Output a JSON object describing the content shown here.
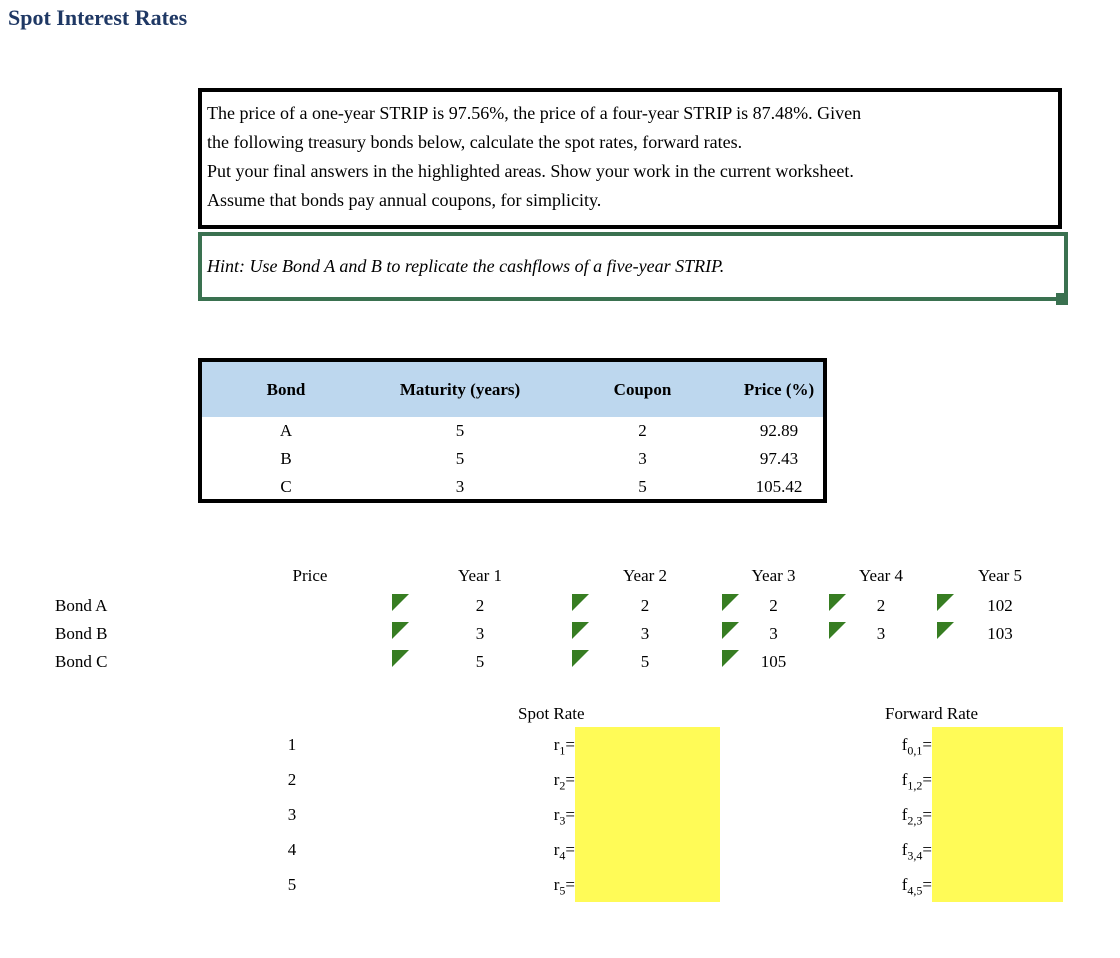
{
  "title": "Spot Interest Rates",
  "instruction_box": {
    "lines": [
      "The price of a one-year STRIP is 97.56%, the price of a four-year STRIP  is 87.48%. Given",
      "the following treasury bonds below, calculate the spot rates, forward rates.",
      "Put your final answers in the highlighted areas. Show your work in the current worksheet.",
      "Assume that bonds pay annual coupons, for simplicity."
    ]
  },
  "hint_box": {
    "text": "Hint: Use Bond A and B to replicate the cashflows of a five-year STRIP."
  },
  "bond_table": {
    "headers": [
      "Bond",
      "Maturity (years)",
      "Coupon",
      "Price (%)"
    ],
    "rows": [
      {
        "bond": "A",
        "maturity": "5",
        "coupon": "2",
        "price": "92.89"
      },
      {
        "bond": "B",
        "maturity": "5",
        "coupon": "3",
        "price": "97.43"
      },
      {
        "bond": "C",
        "maturity": "3",
        "coupon": "5",
        "price": "105.42"
      }
    ]
  },
  "cashflow_grid": {
    "price_header": "Price",
    "year_headers": [
      "Year 1",
      "Year 2",
      "Year 3",
      "Year 4",
      "Year 5"
    ],
    "rows": [
      {
        "label": "Bond A",
        "y1": "2",
        "y2": "2",
        "y3": "2",
        "y4": "2",
        "y5": "102"
      },
      {
        "label": "Bond B",
        "y1": "3",
        "y2": "3",
        "y3": "3",
        "y4": "3",
        "y5": "103"
      },
      {
        "label": "Bond C",
        "y1": "5",
        "y2": "5",
        "y3": "105",
        "y4": "",
        "y5": ""
      }
    ]
  },
  "rates_section": {
    "periods": [
      "1",
      "2",
      "3",
      "4",
      "5"
    ],
    "spot": {
      "title": "Spot Rate",
      "labels": [
        {
          "base": "r",
          "sub": "1",
          "eq": "="
        },
        {
          "base": "r",
          "sub": "2",
          "eq": "="
        },
        {
          "base": "r",
          "sub": "3",
          "eq": "="
        },
        {
          "base": "r",
          "sub": "4",
          "eq": "="
        },
        {
          "base": "r",
          "sub": "5",
          "eq": "="
        }
      ]
    },
    "forward": {
      "title": "Forward Rate",
      "labels": [
        {
          "base": "f",
          "sub": "0,1",
          "eq": "="
        },
        {
          "base": "f",
          "sub": "1,2",
          "eq": "="
        },
        {
          "base": "f",
          "sub": "2,3",
          "eq": "="
        },
        {
          "base": "f",
          "sub": "3,4",
          "eq": "="
        },
        {
          "base": "f",
          "sub": "4,5",
          "eq": "="
        }
      ]
    }
  },
  "icons": {
    "cell_flag": "excel-green-error-triangle",
    "selection_handle": "shape-selection-handle"
  },
  "colors": {
    "title_text": "#1F3864",
    "table_header_bg": "#BDD7EE",
    "highlight_yellow": "#FFFB57",
    "flag_green": "#377D22",
    "hint_border_green": "#3A7150",
    "box_border_black": "#000000"
  }
}
